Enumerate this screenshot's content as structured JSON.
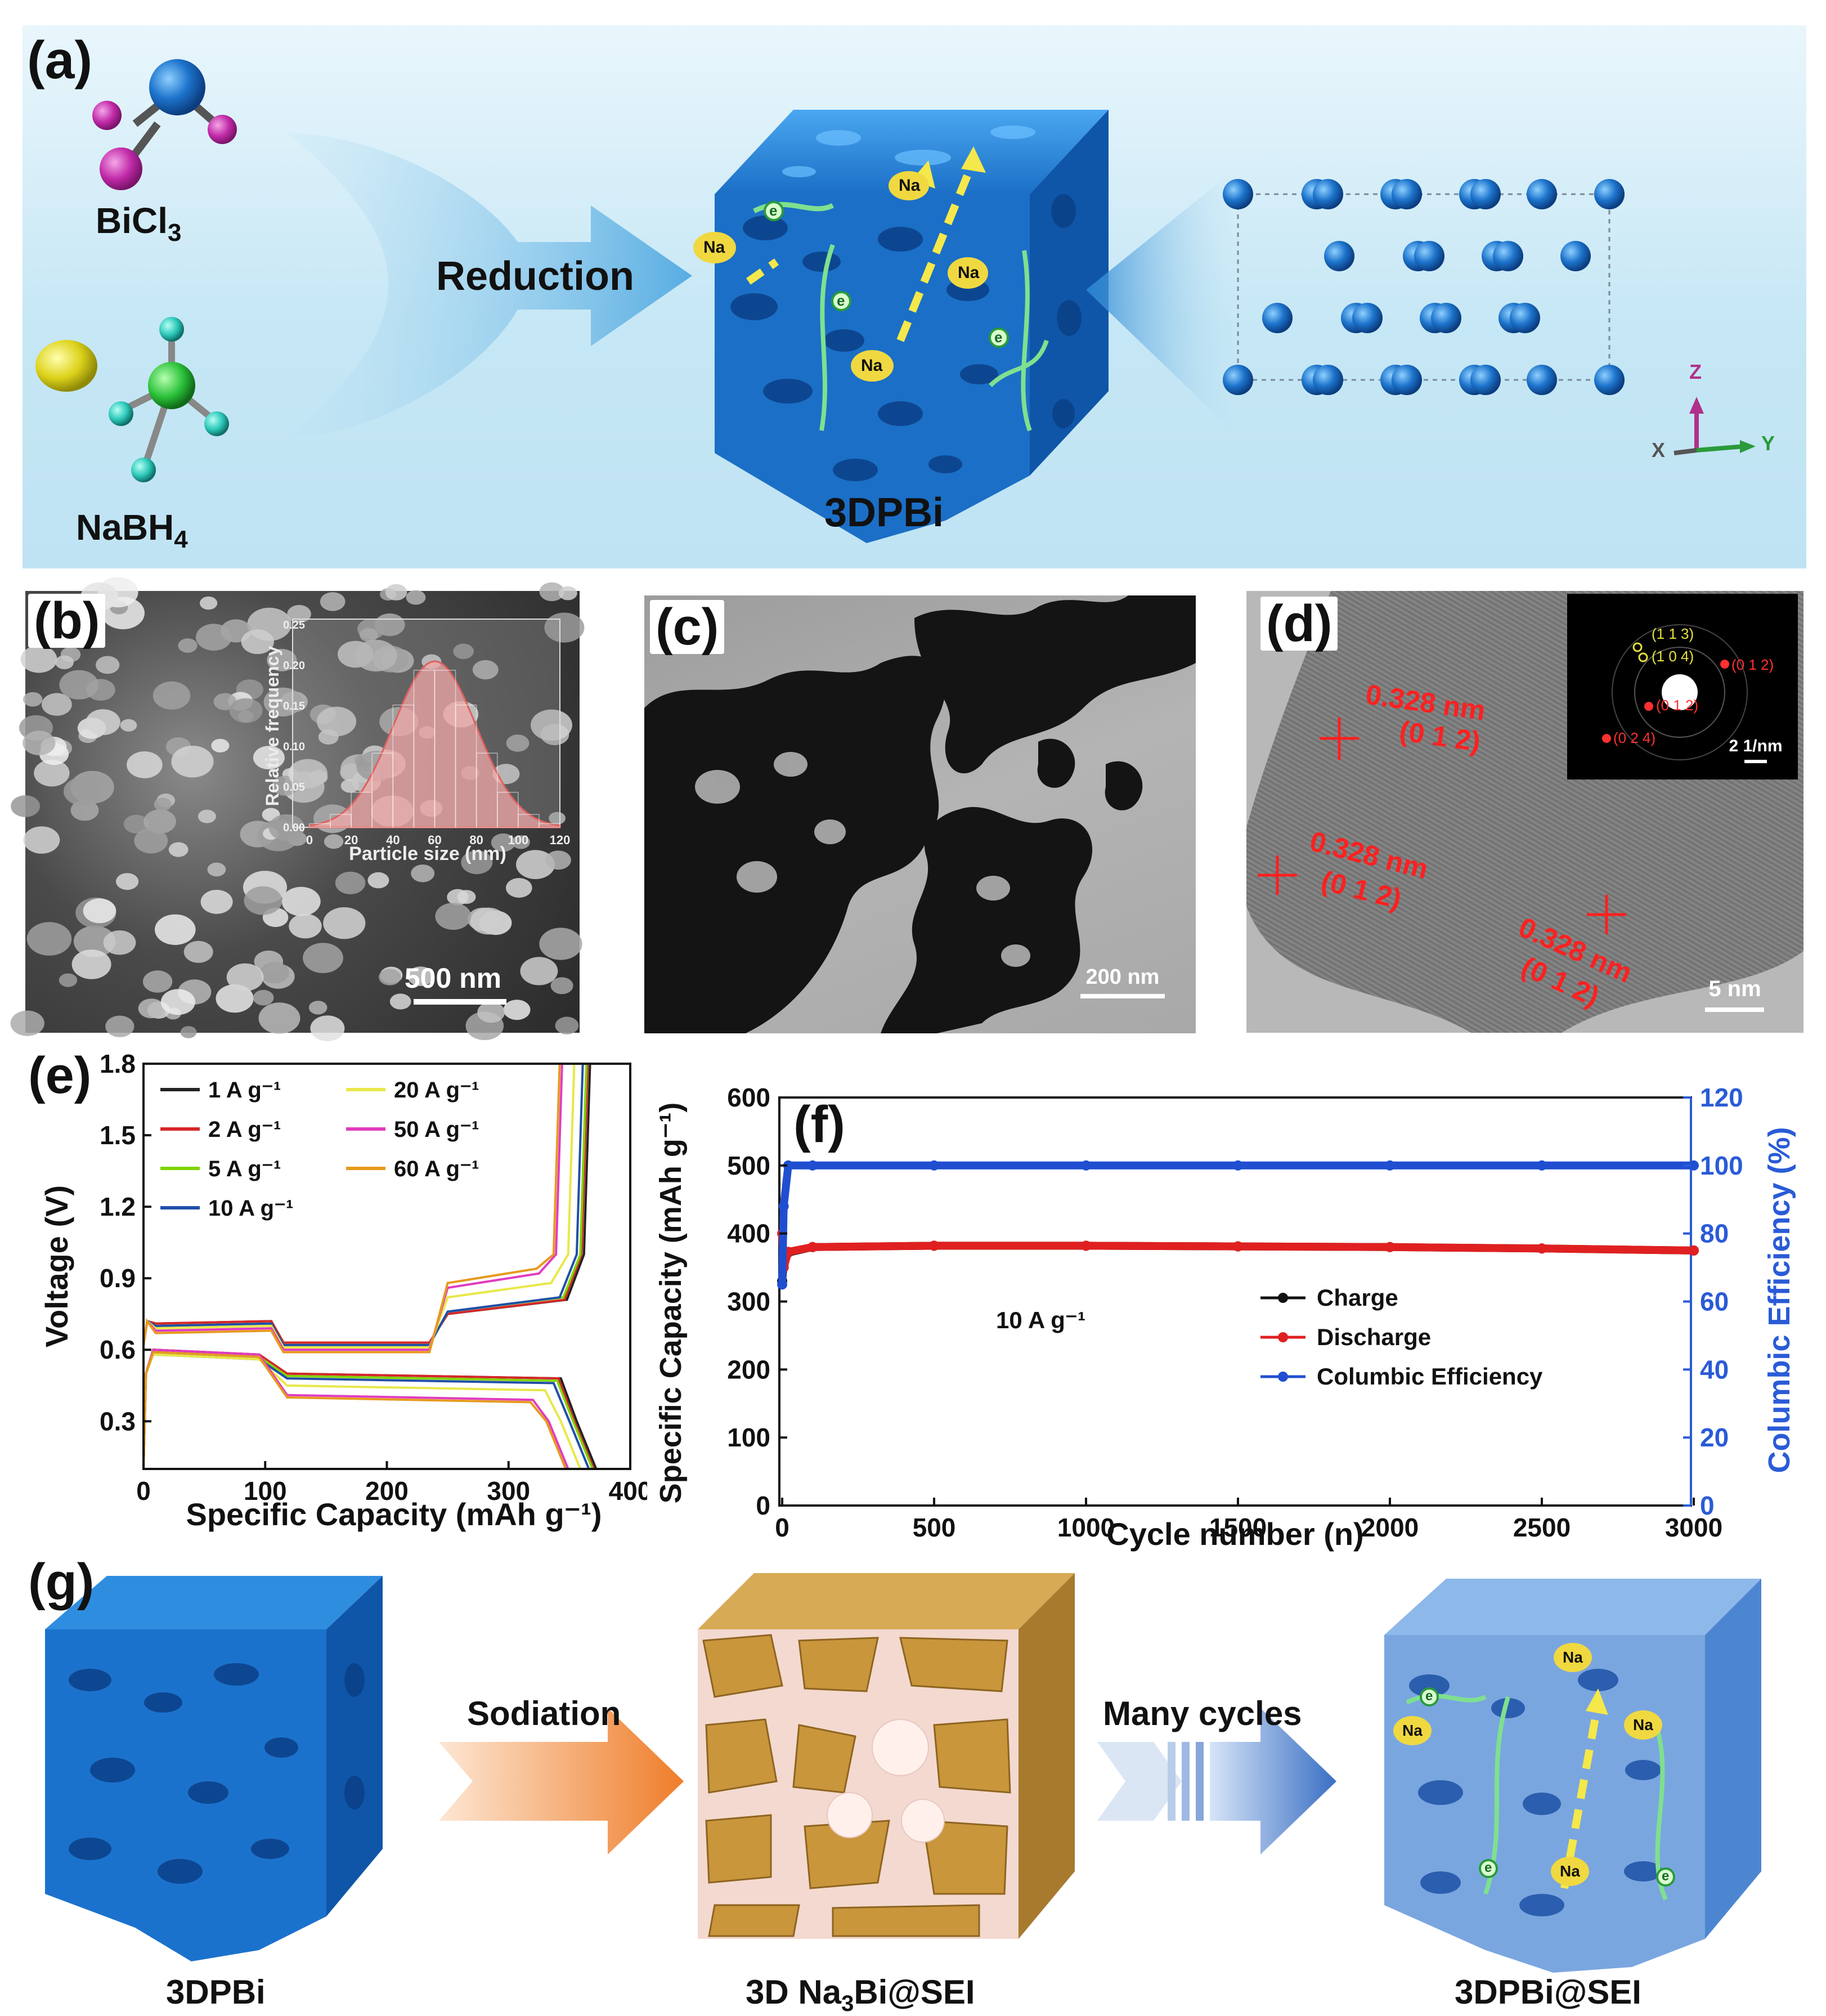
{
  "panel_a": {
    "label": "(a)",
    "reagent1": "BiCl",
    "reagent1_sub": "3",
    "reagent2": "NaBH",
    "reagent2_sub": "4",
    "arrow_text": "Reduction",
    "product": "3DPBi",
    "na_label": "Na",
    "e_label": "e",
    "axis_z": "Z",
    "axis_y": "Y",
    "axis_x": "X"
  },
  "panel_b": {
    "label": "(b)",
    "scale_bar": "500 nm",
    "inset": {
      "ylabel": "Relative frequency",
      "xlabel": "Particle size (nm)",
      "x_ticks": [
        "0",
        "20",
        "40",
        "60",
        "80",
        "100",
        "120"
      ],
      "y_ticks": [
        "0.00",
        "0.05",
        "0.10",
        "0.15",
        "0.20",
        "0.25"
      ]
    }
  },
  "panel_c": {
    "label": "(c)",
    "scale_bar": "200 nm"
  },
  "panel_d": {
    "label": "(d)",
    "scale_bar": "5 nm",
    "fringes": [
      {
        "spacing": "0.328 nm",
        "plane": "(0 1 2)"
      },
      {
        "spacing": "0.328 nm",
        "plane": "(0 1 2)"
      },
      {
        "spacing": "0.328 nm",
        "plane": "(0 1 2)"
      }
    ],
    "saed": {
      "rings": [
        "(1 1 3)",
        "(1 0 4)",
        "(0 1 2)",
        "(0 1 2)",
        "(0 2 4)"
      ],
      "scale_bar": "2 1/nm"
    }
  },
  "chart_data": [
    {
      "panel": "(e)",
      "type": "line",
      "xlabel": "Specific Capacity (mAh g⁻¹)",
      "ylabel": "Voltage (V)",
      "xlim": [
        0,
        400
      ],
      "ylim": [
        0.1,
        1.8
      ],
      "x_ticks": [
        "0",
        "100",
        "200",
        "300",
        "400"
      ],
      "y_ticks": [
        "0.3",
        "0.6",
        "0.9",
        "1.2",
        "1.5",
        "1.8"
      ],
      "legend_position": "top-left",
      "series": [
        {
          "name": "1 A g⁻¹",
          "color": "#222222",
          "capacity": 368,
          "charge_plateaus": [
            0.71,
            0.75
          ],
          "discharge_plateaus": [
            0.6,
            0.5
          ]
        },
        {
          "name": "2 A g⁻¹",
          "color": "#d62728",
          "capacity": 366,
          "charge_plateaus": [
            0.71,
            0.75
          ],
          "discharge_plateaus": [
            0.6,
            0.5
          ]
        },
        {
          "name": "5 A g⁻¹",
          "color": "#7fd400",
          "capacity": 365,
          "charge_plateaus": [
            0.7,
            0.76
          ],
          "discharge_plateaus": [
            0.59,
            0.49
          ]
        },
        {
          "name": "10 A g⁻¹",
          "color": "#1f4fa8",
          "capacity": 362,
          "charge_plateaus": [
            0.7,
            0.76
          ],
          "discharge_plateaus": [
            0.58,
            0.48
          ]
        },
        {
          "name": "20 A g⁻¹",
          "color": "#e8e84a",
          "capacity": 355,
          "charge_plateaus": [
            0.69,
            0.82
          ],
          "discharge_plateaus": [
            0.58,
            0.45
          ]
        },
        {
          "name": "50 A g⁻¹",
          "color": "#e03cc0",
          "capacity": 345,
          "charge_plateaus": [
            0.68,
            0.86
          ],
          "discharge_plateaus": [
            0.6,
            0.41
          ]
        },
        {
          "name": "60 A g⁻¹",
          "color": "#e69a1e",
          "capacity": 343,
          "charge_plateaus": [
            0.67,
            0.88
          ],
          "discharge_plateaus": [
            0.59,
            0.4
          ]
        }
      ]
    },
    {
      "panel": "(f)",
      "type": "scatter",
      "xlabel": "Cycle number (n)",
      "ylabel": "Specific Capacity (mAh g⁻¹)",
      "y2label": "Columbic Efficiency (%)",
      "xlim": [
        0,
        3000
      ],
      "ylim": [
        0,
        600
      ],
      "y2lim": [
        0,
        120
      ],
      "x_ticks": [
        "0",
        "500",
        "1000",
        "1500",
        "2000",
        "2500",
        "3000"
      ],
      "y_ticks": [
        "0",
        "100",
        "200",
        "300",
        "400",
        "500",
        "600"
      ],
      "y2_ticks": [
        "0",
        "20",
        "40",
        "60",
        "80",
        "100",
        "120"
      ],
      "annotation": "10 A g⁻¹",
      "legend_position": "center-right",
      "series": [
        {
          "name": "Charge",
          "color": "#111111",
          "axis": "left",
          "x": [
            0,
            5,
            20,
            100,
            500,
            1000,
            1500,
            2000,
            2500,
            3000
          ],
          "values": [
            330,
            355,
            372,
            380,
            382,
            382,
            381,
            380,
            378,
            375
          ]
        },
        {
          "name": "Discharge",
          "color": "#e02020",
          "axis": "left",
          "x": [
            0,
            5,
            20,
            100,
            500,
            1000,
            1500,
            2000,
            2500,
            3000
          ],
          "values": [
            400,
            350,
            373,
            380,
            382,
            382,
            381,
            380,
            378,
            375
          ]
        },
        {
          "name": "Columbic Efficiency",
          "color": "#1f4fd0",
          "axis": "right",
          "x": [
            0,
            5,
            20,
            100,
            500,
            1000,
            1500,
            2000,
            2500,
            3000
          ],
          "values": [
            65,
            88,
            100,
            100,
            100,
            100,
            100,
            100,
            100,
            100
          ]
        }
      ]
    }
  ],
  "panel_e": {
    "label": "(e)"
  },
  "panel_f": {
    "label": "(f)"
  },
  "panel_g": {
    "label": "(g)",
    "step1": "Sodiation",
    "step2": "Many cycles",
    "cube1": "3DPBi",
    "cube2_prefix": "3D Na",
    "cube2_sub": "3",
    "cube2_suffix": "Bi@SEI",
    "cube3": "3DPBi@SEI",
    "na_label": "Na",
    "e_label": "e"
  },
  "colors": {
    "panel_a_bg": "#bfe3f3",
    "bismuth_blue": "#1a73c8",
    "na3bi_gold": "#c89a3a",
    "sodiation_arrow": "#f08a3c",
    "cycles_arrow": "#3f76c8",
    "ce_blue": "#1f4fd0",
    "discharge_red": "#e02020"
  }
}
